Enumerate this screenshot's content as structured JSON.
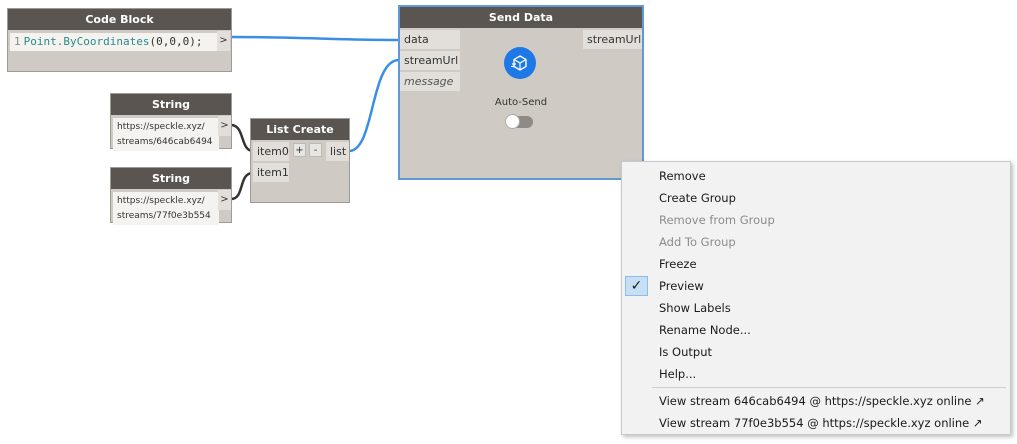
{
  "code_block": {
    "title": "Code Block",
    "line_number": "1",
    "code_fn": "Point.ByCoordinates",
    "code_args": "(0,0,0);",
    "output_arrow": ">"
  },
  "string_nodes": [
    {
      "title": "String",
      "line1": "https://speckle.xyz/",
      "line2": "streams/646cab6494",
      "output_arrow": ">"
    },
    {
      "title": "String",
      "line1": "https://speckle.xyz/",
      "line2": "streams/77f0e3b554",
      "output_arrow": ">"
    }
  ],
  "list_create": {
    "title": "List Create",
    "inputs": [
      "item0",
      "item1"
    ],
    "add_label": "+",
    "remove_label": "-",
    "output": "list"
  },
  "send_data": {
    "title": "Send Data",
    "inputs": [
      "data",
      "streamUrl",
      "message"
    ],
    "output": "streamUrl",
    "auto_send_label": "Auto-Send",
    "auto_send_on": false
  },
  "context_menu": {
    "items": [
      {
        "label": "Remove",
        "enabled": true
      },
      {
        "label": "Create Group",
        "enabled": true
      },
      {
        "label": "Remove from Group",
        "enabled": false
      },
      {
        "label": "Add To Group",
        "enabled": false
      },
      {
        "label": "Freeze",
        "enabled": true
      },
      {
        "label": "Preview",
        "enabled": true,
        "checked": true
      },
      {
        "label": "Show Labels",
        "enabled": true
      },
      {
        "label": "Rename Node...",
        "enabled": true
      },
      {
        "label": "Is Output",
        "enabled": true
      },
      {
        "label": "Help...",
        "enabled": true
      }
    ],
    "stream_links": [
      "View stream 646cab6494 @ https://speckle.xyz online ↗",
      "View stream 77f0e3b554 @ https://speckle.xyz online ↗"
    ],
    "check_glyph": "✓"
  },
  "colors": {
    "wire": "#3a8ee6",
    "node_header": "#5a5550",
    "node_body": "#cfcbc4",
    "selection": "#5e9bd4",
    "speckle_blue": "#1e78e6"
  }
}
